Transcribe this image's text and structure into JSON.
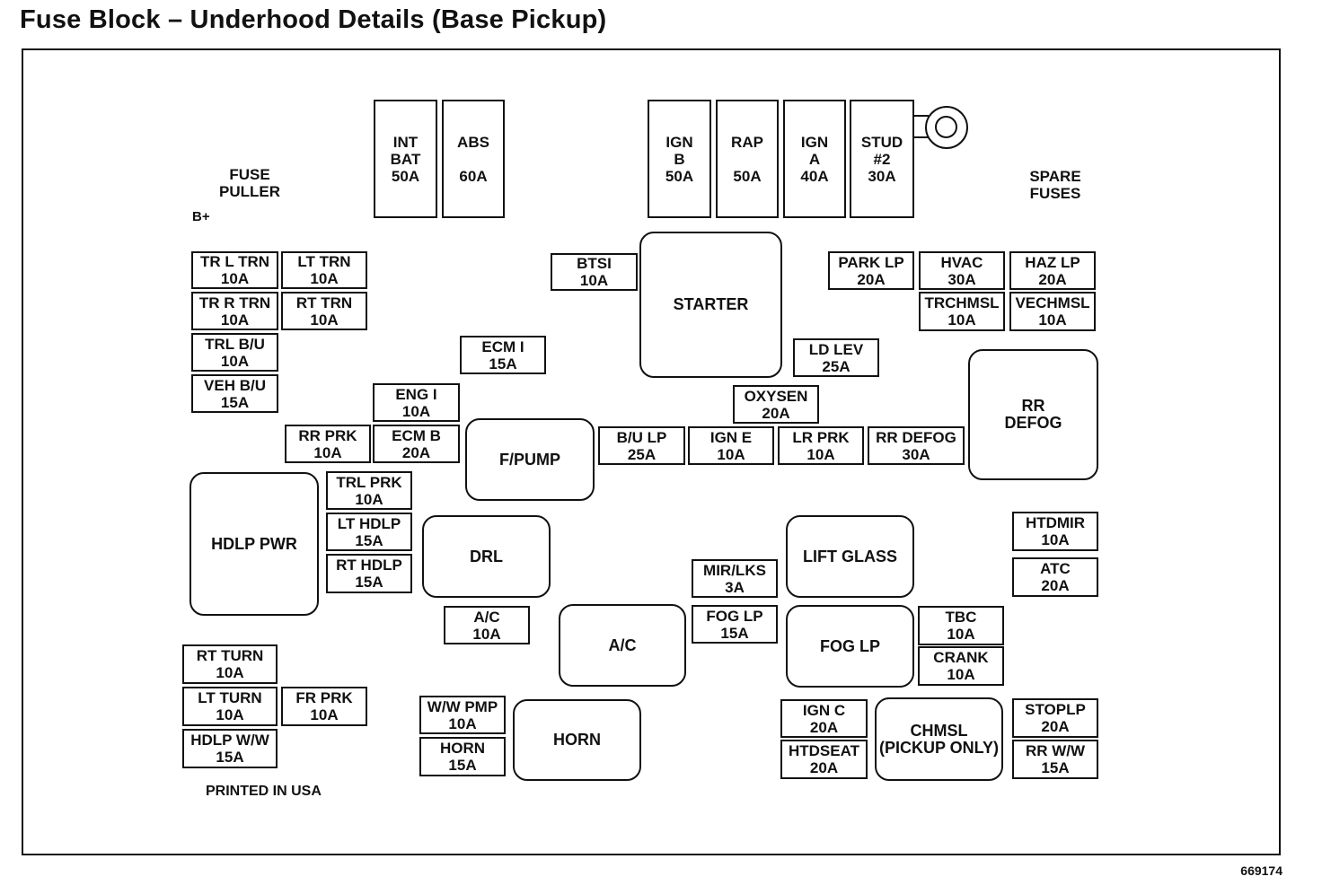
{
  "title": "Fuse Block – Underhood Details (Base Pickup)",
  "figure_number": "669174",
  "labels": {
    "fuse_puller": "FUSE PULLER",
    "b_plus": "B+",
    "spare_fuses": "SPARE FUSES",
    "printed": "PRINTED IN USA"
  },
  "maxi_fuses": [
    {
      "l1": "INT",
      "l2": "BAT",
      "l3": "50A"
    },
    {
      "l1": "ABS",
      "l2": "",
      "l3": "60A"
    },
    {
      "l1": "IGN",
      "l2": "B",
      "l3": "50A"
    },
    {
      "l1": "RAP",
      "l2": "",
      "l3": "50A"
    },
    {
      "l1": "IGN",
      "l2": "A",
      "l3": "40A"
    },
    {
      "l1": "STUD",
      "l2": "#2",
      "l3": "30A"
    }
  ],
  "fuses": [
    {
      "name": "TR L TRN",
      "amp": "10A"
    },
    {
      "name": "LT TRN",
      "amp": "10A"
    },
    {
      "name": "TR R TRN",
      "amp": "10A"
    },
    {
      "name": "RT TRN",
      "amp": "10A"
    },
    {
      "name": "TRL B/U",
      "amp": "10A"
    },
    {
      "name": "VEH B/U",
      "amp": "15A"
    },
    {
      "name": "BTSI",
      "amp": "10A"
    },
    {
      "name": "ECM I",
      "amp": "15A"
    },
    {
      "name": "ENG I",
      "amp": "10A"
    },
    {
      "name": "RR PRK",
      "amp": "10A"
    },
    {
      "name": "ECM B",
      "amp": "20A"
    },
    {
      "name": "TRL PRK",
      "amp": "10A"
    },
    {
      "name": "LT HDLP",
      "amp": "15A"
    },
    {
      "name": "RT HDLP",
      "amp": "15A"
    },
    {
      "name": "PARK LP",
      "amp": "20A"
    },
    {
      "name": "HVAC",
      "amp": "30A"
    },
    {
      "name": "HAZ LP",
      "amp": "20A"
    },
    {
      "name": "TRCHMSL",
      "amp": "10A"
    },
    {
      "name": "VECHMSL",
      "amp": "10A"
    },
    {
      "name": "LD LEV",
      "amp": "25A"
    },
    {
      "name": "OXYSEN",
      "amp": "20A"
    },
    {
      "name": "B/U LP",
      "amp": "25A"
    },
    {
      "name": "IGN E",
      "amp": "10A"
    },
    {
      "name": "LR PRK",
      "amp": "10A"
    },
    {
      "name": "RR DEFOG",
      "amp": "30A"
    },
    {
      "name": "HTDMIR",
      "amp": "10A"
    },
    {
      "name": "ATC",
      "amp": "20A"
    },
    {
      "name": "MIR/LKS",
      "amp": "3A"
    },
    {
      "name": "FOG LP",
      "amp": "15A"
    },
    {
      "name": "A/C",
      "amp": "10A"
    },
    {
      "name": "TBC",
      "amp": "10A"
    },
    {
      "name": "CRANK",
      "amp": "10A"
    },
    {
      "name": "RT TURN",
      "amp": "10A"
    },
    {
      "name": "LT TURN",
      "amp": "10A"
    },
    {
      "name": "FR PRK",
      "amp": "10A"
    },
    {
      "name": "HDLP W/W",
      "amp": "15A"
    },
    {
      "name": "W/W PMP",
      "amp": "10A"
    },
    {
      "name": "HORN",
      "amp": "15A"
    },
    {
      "name": "IGN C",
      "amp": "20A"
    },
    {
      "name": "HTDSEAT",
      "amp": "20A"
    },
    {
      "name": "STOPLP",
      "amp": "20A"
    },
    {
      "name": "RR W/W",
      "amp": "15A"
    }
  ],
  "relays": [
    {
      "l1": "STARTER",
      "l2": ""
    },
    {
      "l1": "RR",
      "l2": "DEFOG"
    },
    {
      "l1": "F/PUMP",
      "l2": ""
    },
    {
      "l1": "HDLP PWR",
      "l2": ""
    },
    {
      "l1": "DRL",
      "l2": ""
    },
    {
      "l1": "LIFT GLASS",
      "l2": ""
    },
    {
      "l1": "A/C",
      "l2": ""
    },
    {
      "l1": "FOG LP",
      "l2": ""
    },
    {
      "l1": "HORN",
      "l2": ""
    },
    {
      "l1": "CHMSL",
      "l2": "(PICKUP ONLY)"
    }
  ]
}
